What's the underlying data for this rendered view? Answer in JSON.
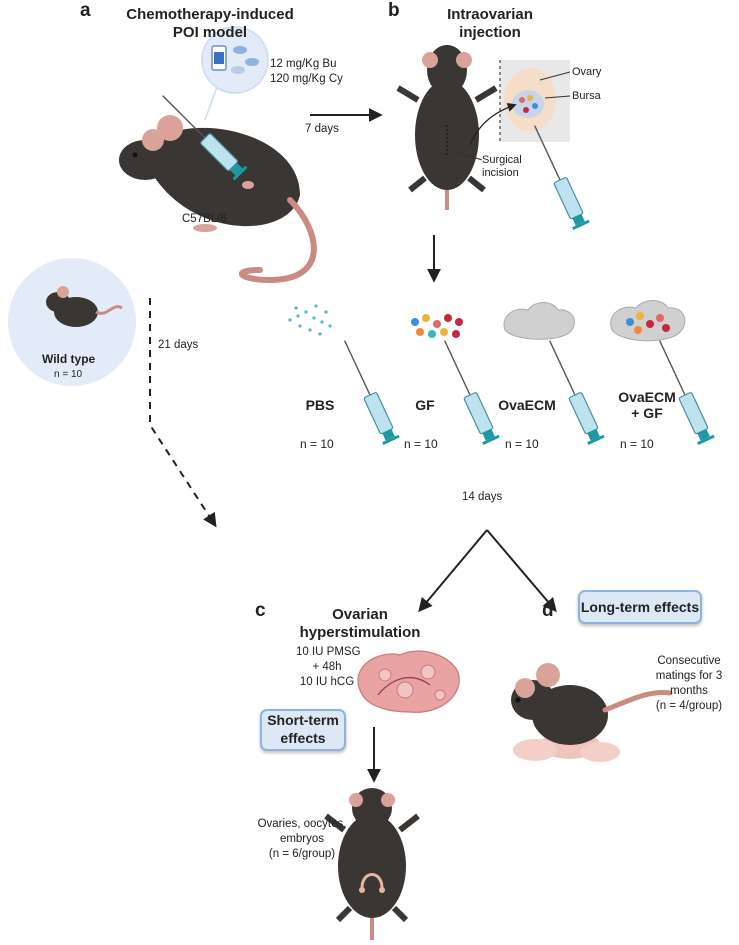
{
  "panels": {
    "a": "a",
    "b": "b",
    "c": "c",
    "d": "d"
  },
  "a": {
    "title_line1": "Chemotherapy-induced",
    "title_line2": "POI model",
    "dose_bu": "12 mg/Kg Bu",
    "dose_cy": "120 mg/Kg Cy",
    "strain": "C57BL/6",
    "interval": "7 days"
  },
  "b": {
    "title_line1": "Intraovarian",
    "title_line2": "injection",
    "ovary": "Ovary",
    "bursa": "Bursa",
    "incision_line1": "Surgical",
    "incision_line2": "incision"
  },
  "wild_type": {
    "label": "Wild type",
    "n": "n = 10",
    "interval": "21 days"
  },
  "groups": [
    {
      "label_line1": "PBS",
      "label_line2": "",
      "n": "n = 10"
    },
    {
      "label_line1": "GF",
      "label_line2": "",
      "n": "n = 10"
    },
    {
      "label_line1": "OvaECM",
      "label_line2": "",
      "n": "n = 10"
    },
    {
      "label_line1": "OvaECM",
      "label_line2": "+ GF",
      "n": "n = 10"
    }
  ],
  "split_interval": "14 days",
  "c": {
    "title_line1": "Ovarian",
    "title_line2": "hyperstimulation",
    "protocol_line1": "10 IU PMSG",
    "protocol_line2": "+ 48h",
    "protocol_line3": "10 IU hCG",
    "short_term_line1": "Short-term",
    "short_term_line2": "effects",
    "outcome_line1": "Ovaries, oocytes,",
    "outcome_line2": "embryos",
    "outcome_line3": "(n = 6/group)"
  },
  "d": {
    "long_term": "Long-term effects",
    "matings_line1": "Consecutive",
    "matings_line2": "matings for 3",
    "matings_line3": "months",
    "matings_line4": "(n = 4/group)"
  },
  "colors": {
    "mouse_body": "#3a3633",
    "mouse_ear": "#d9a39a",
    "tail": "#c98b82",
    "syringe_barrel": "#bfe3ee",
    "syringe_plunger": "#1b9aa0",
    "circle_bg": "#e3ebf8",
    "box_bg": "#dde8f7",
    "box_border": "#8fb3dd"
  }
}
